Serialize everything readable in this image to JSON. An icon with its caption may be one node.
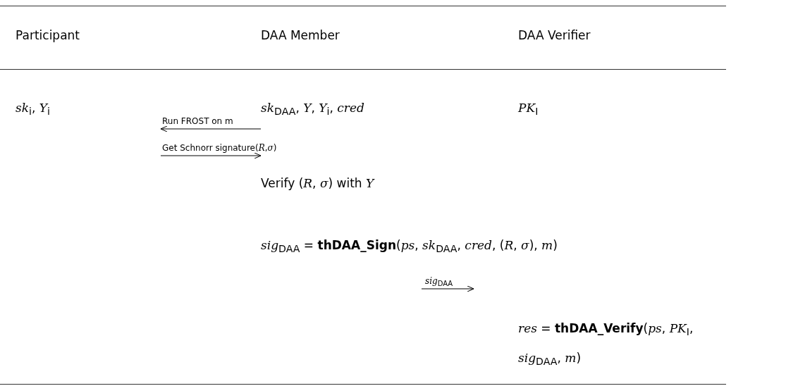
{
  "diagram": {
    "labels": [
      "Participant",
      "DAA Member",
      "DAA Verifier",
      "*sk*$_{i}$, *Y*$_{i}$",
      "*sk*$_{DAA}$, *Y*, *Y*$_{i}$, *cred*",
      "*PK*$_{I}$",
      "Run FROST on m",
      "Get Schnorr signature(*R*,*σ*)",
      "Verify (*R*, *σ*) with *Y*",
      "*sig*$_{DAA}$ = **thDAA_Sign**(*ps*, *sk*$_{DAA}$, *cred*, (*R*, *σ*), *m*)",
      "*sig*$_{DAA}$",
      "*res* = **thDAA_Verify**(*ps*, *PK*$_{I}$, *sig*$_{DAA}$, *m*)"
    ]
  }
}
